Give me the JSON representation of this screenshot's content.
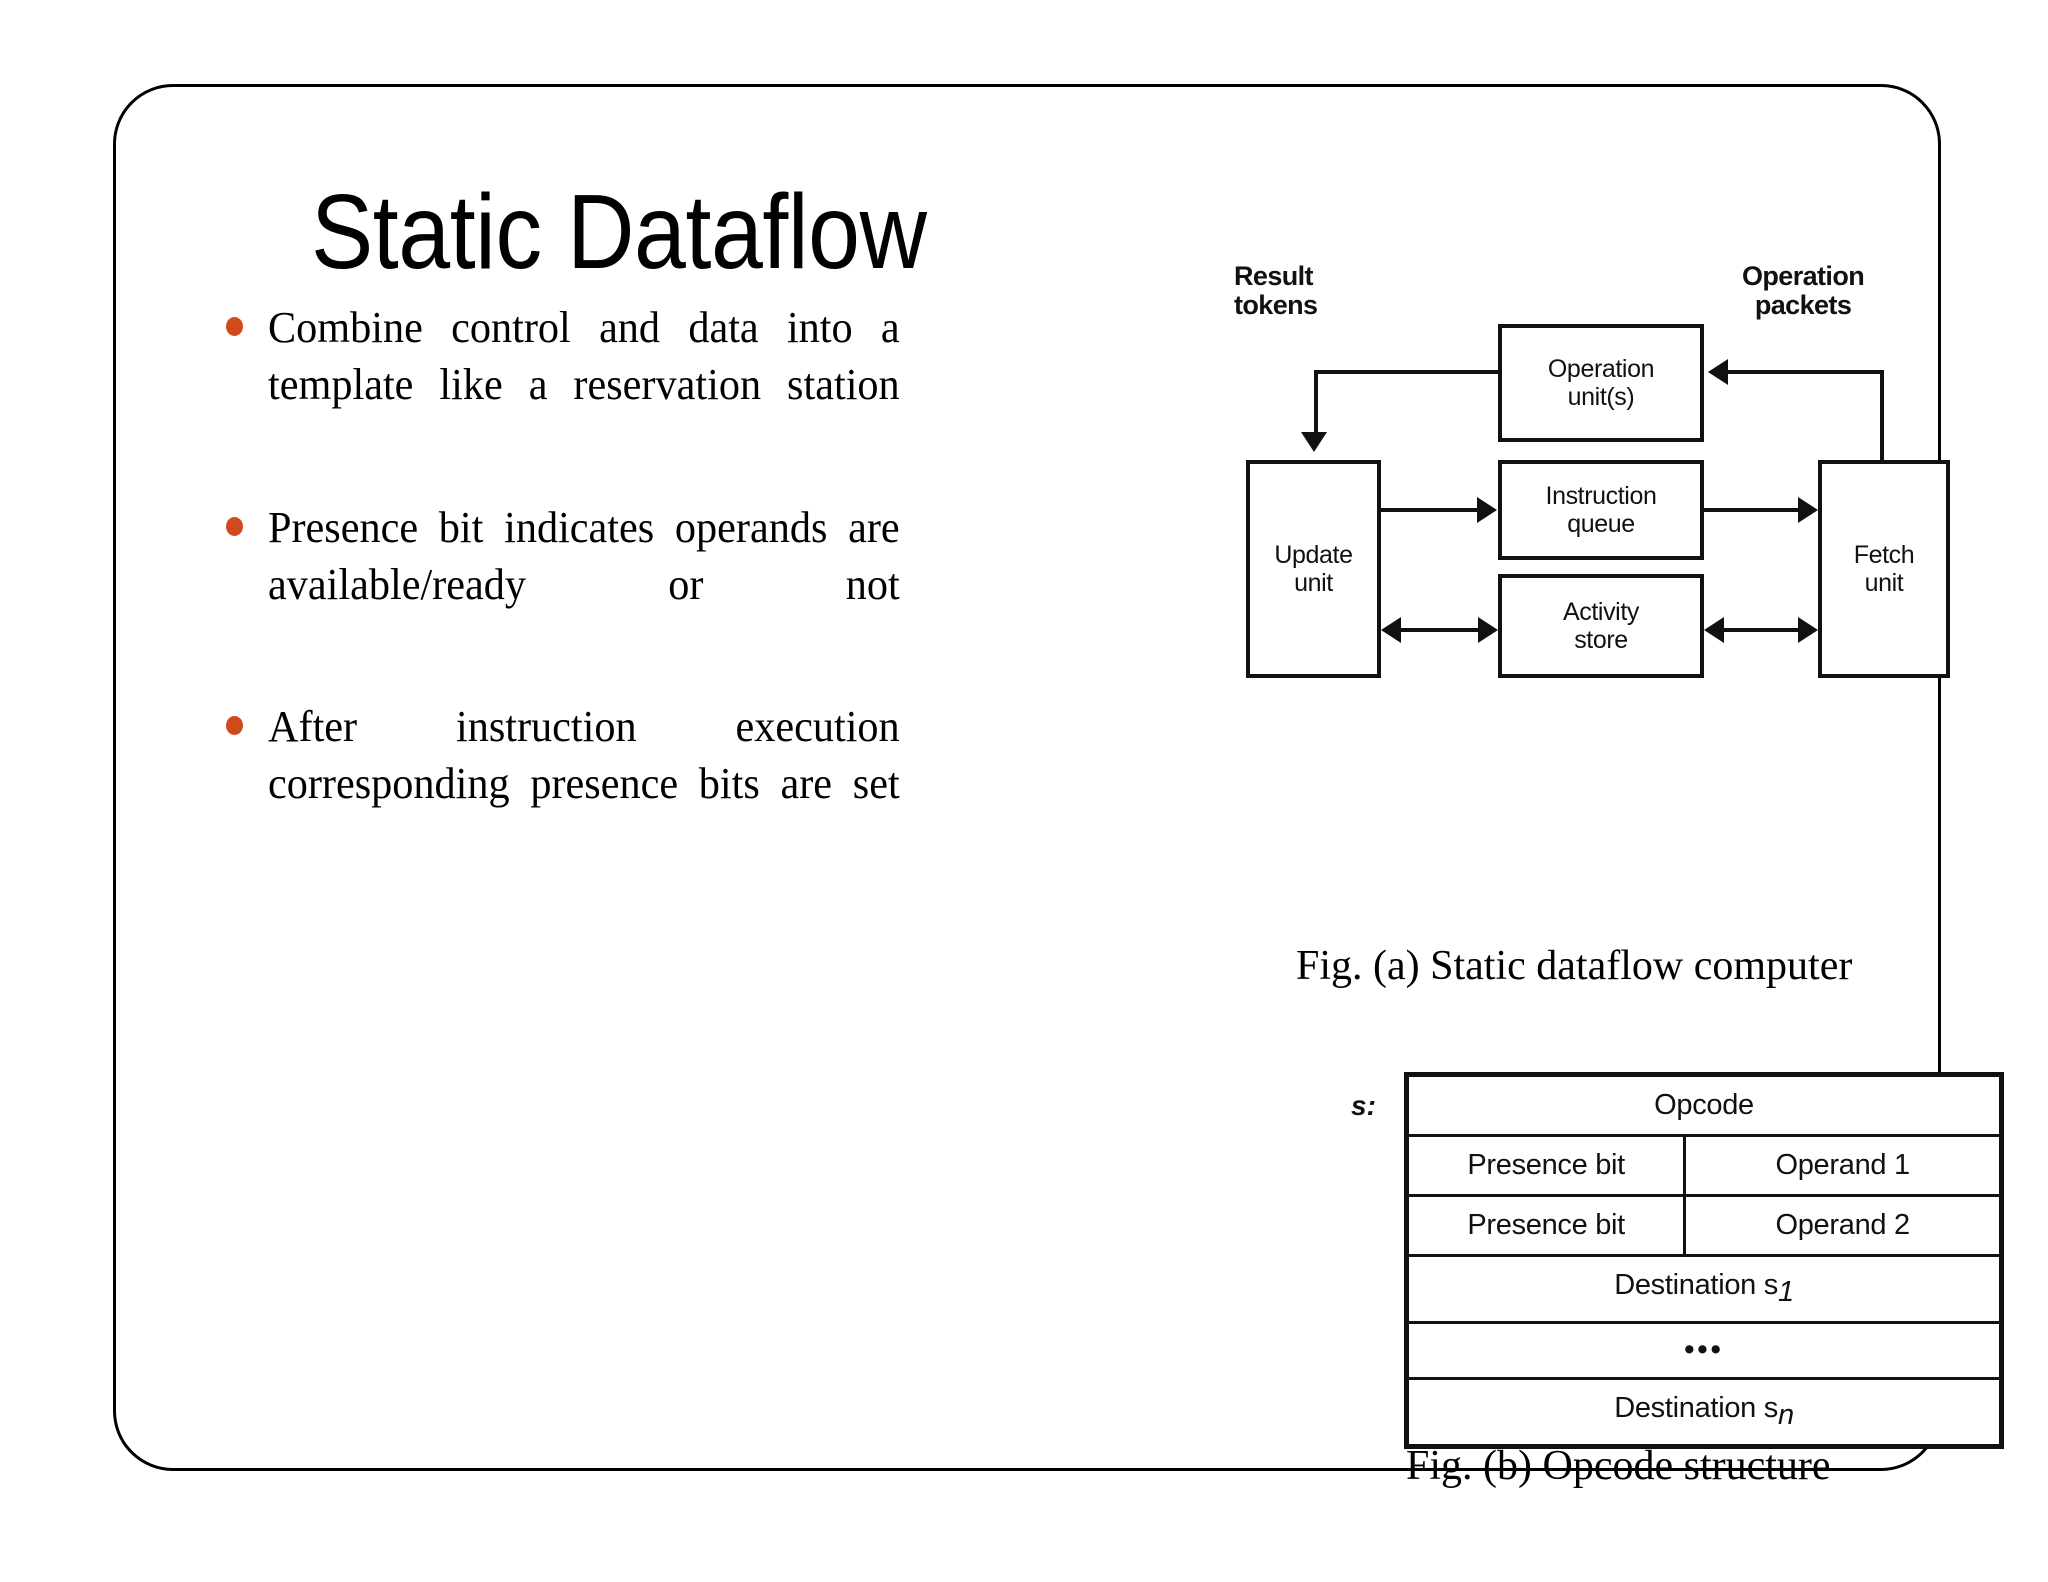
{
  "slide": {
    "title": "Static Dataflow",
    "bullets": [
      "Combine control and data into a template like a reservation station",
      "Presence bit indicates operands are available/ready or not",
      "After instruction execution corresponding presence bits are set"
    ],
    "bullet_color": "#D04A1E",
    "border_color": "#000000",
    "background": "#FFFFFF"
  },
  "figure_a": {
    "caption": "Fig. (a) Static dataflow computer",
    "labels": {
      "result_tokens": "Result\ntokens",
      "result_tokens_line1": "Result",
      "result_tokens_line2": "tokens",
      "operation_packets_line1": "Operation",
      "operation_packets_line2": "packets"
    },
    "boxes": [
      {
        "id": "operation-unit",
        "line1": "Operation",
        "line2": "unit(s)"
      },
      {
        "id": "instruction-queue",
        "line1": "Instruction",
        "line2": "queue"
      },
      {
        "id": "activity-store",
        "line1": "Activity",
        "line2": "store"
      },
      {
        "id": "update-unit",
        "line1": "Update",
        "line2": "unit"
      },
      {
        "id": "fetch-unit",
        "line1": "Fetch",
        "line2": "unit"
      }
    ]
  },
  "figure_b": {
    "caption": "Fig. (b) Opcode structure",
    "s_label": "s:",
    "rows": [
      {
        "type": "full",
        "text": "Opcode"
      },
      {
        "type": "split",
        "left": "Presence bit",
        "right": "Operand 1"
      },
      {
        "type": "split",
        "left": "Presence bit",
        "right": "Operand 2"
      },
      {
        "type": "full",
        "text": "Destination s",
        "subscript": "1"
      },
      {
        "type": "dots",
        "text": "•••"
      },
      {
        "type": "full",
        "text": "Destination s",
        "subscript": "n"
      }
    ]
  }
}
